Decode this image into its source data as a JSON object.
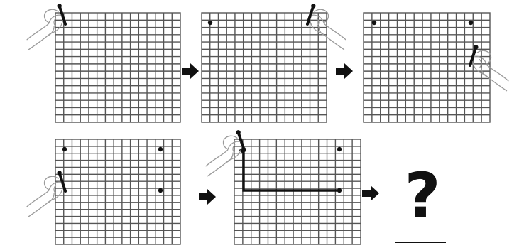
{
  "puzzle": {
    "question_mark": "?",
    "colors": {
      "grid": "#555555",
      "ink": "#111111",
      "hand": "#9a9a9a",
      "background": "#ffffff"
    },
    "grid_size": {
      "columns": 15,
      "rows": 15
    },
    "panels": [
      {
        "step": 1,
        "dots": 0,
        "hand": "top-left",
        "path": "none"
      },
      {
        "step": 2,
        "dots": 1,
        "hand": "top-right",
        "path": "none"
      },
      {
        "step": 3,
        "dots": 2,
        "hand": "right-middle",
        "path": "none"
      },
      {
        "step": 4,
        "dots": 3,
        "hand": "left-middle",
        "path": "none"
      },
      {
        "step": 5,
        "dots": 3,
        "hand": "top-left",
        "path": "L-shape"
      }
    ],
    "icons": [
      "hand-holding-pen-icon",
      "right-arrow-icon",
      "question-mark-icon"
    ]
  }
}
